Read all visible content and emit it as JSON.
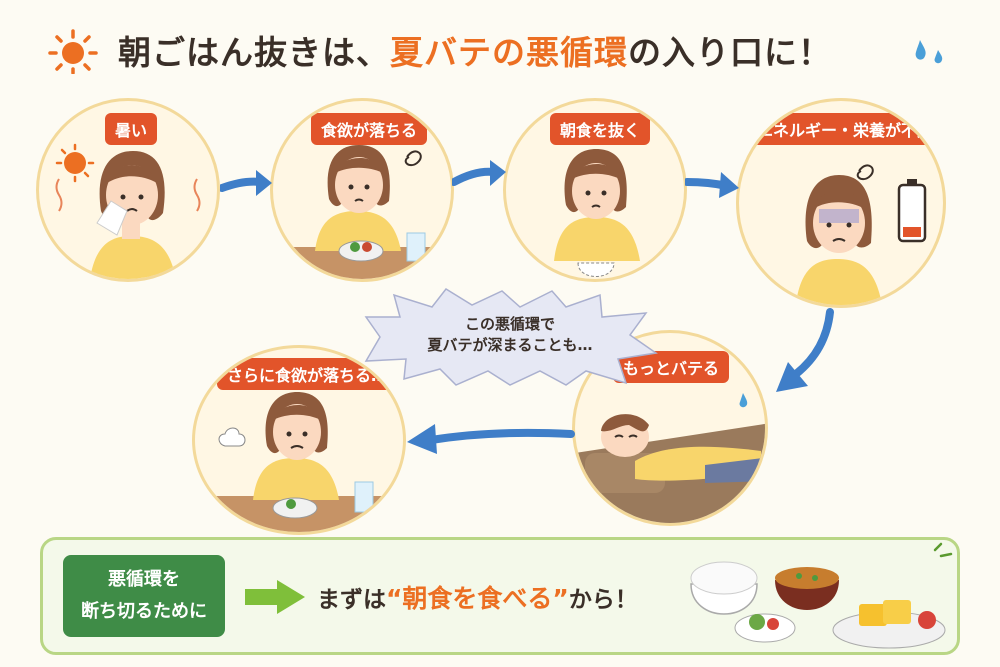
{
  "title": {
    "prefix": "朝ごはん抜きは、",
    "highlight": "夏バテの悪循環",
    "suffix": "の入り口に！"
  },
  "steps": [
    {
      "label": "暑い"
    },
    {
      "label": "食欲が落ちる"
    },
    {
      "label": "朝食を抜く"
    },
    {
      "label": "エネルギー・栄養が不足"
    },
    {
      "label": "もっとバテる"
    },
    {
      "label": "さらに食欲が落ちる…"
    }
  ],
  "burst": {
    "line1": "この悪循環で",
    "line2": "夏バテが深まることも…"
  },
  "bottom": {
    "label_line1": "悪循環を",
    "label_line2": "断ち切るために",
    "text_prefix": "まずは",
    "text_highlight": "“朝食を食べる”",
    "text_suffix": "から！"
  },
  "colors": {
    "accent_orange": "#ec6f22",
    "label_red": "#e2542a",
    "arrow_blue": "#3f7ec8",
    "circle_border": "#f3d99a",
    "bottom_green": "#3f8c47",
    "bottom_border": "#b9d685"
  }
}
